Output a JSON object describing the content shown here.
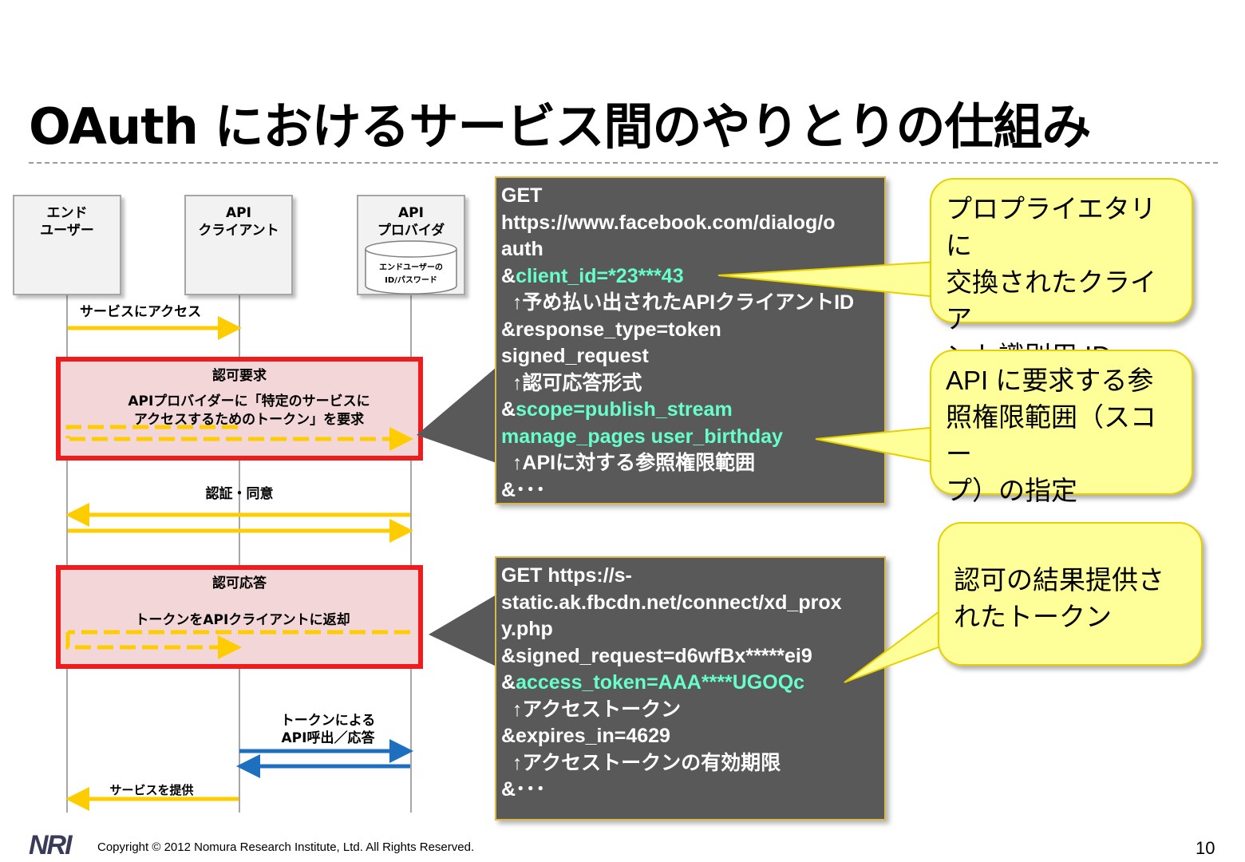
{
  "slide": {
    "title": "OAuth におけるサービス間のやりとりの仕組み",
    "page_number": "10",
    "copyright": "Copyright © 2012 Nomura Research Institute, Ltd. All Rights Reserved.",
    "logo_text": "NRI"
  },
  "actors": {
    "end_user": {
      "line1": "エンド",
      "line2": "ユーザー"
    },
    "api_client": {
      "line1": "API",
      "line2": "クライアント"
    },
    "api_provider": {
      "line1": "API",
      "line2": "プロバイダ"
    },
    "db": {
      "line1": "エンドユーザーの",
      "line2": "ID/パスワード"
    }
  },
  "messages": {
    "access_service": "サービスにアクセス",
    "authz_request_title": "認可要求",
    "authz_request_desc1": "APIプロバイダーに「特定のサービスに",
    "authz_request_desc2": "アクセスするためのトークン」を要求",
    "auth_consent": "認証・同意",
    "authz_response_title": "認可応答",
    "authz_response_desc": "トークンをAPIクライアントに返却",
    "api_call1": "トークンによる",
    "api_call2": "API呼出／応答",
    "provide_service": "サービスを提供"
  },
  "request_code": [
    {
      "text": "GET"
    },
    {
      "text": "https://www.facebook.com/dialog/o"
    },
    {
      "text": "auth"
    },
    {
      "prefix": "&",
      "hl": "client_id=*23***43"
    },
    {
      "text": "  ↑予め払い出されたAPIクライアントID"
    },
    {
      "text": "&response_type=token"
    },
    {
      "text": "signed_request"
    },
    {
      "text": "  ↑認可応答形式"
    },
    {
      "prefix": "&",
      "hl": "scope=publish_stream"
    },
    {
      "hl": "manage_pages user_birthday"
    },
    {
      "text": "  ↑APIに対する参照権限範囲"
    },
    {
      "text": "&･･･"
    }
  ],
  "response_code": [
    {
      "text": "GET https://s-"
    },
    {
      "text": "static.ak.fbcdn.net/connect/xd_prox"
    },
    {
      "text": "y.php"
    },
    {
      "text": "&signed_request=d6wfBx*****ei9"
    },
    {
      "prefix": "&",
      "hl": "access_token=AAA****UGOQc"
    },
    {
      "text": "  ↑アクセストークン"
    },
    {
      "text": "&expires_in=4629"
    },
    {
      "text": "  ↑アクセストークンの有効期限"
    },
    {
      "text": "&･･･"
    }
  ],
  "callouts": {
    "client_id": {
      "line1": "プロプライエタリに",
      "line2": "交換されたクライア",
      "line3": "ント識別用 ID"
    },
    "scope": {
      "line1": "API に要求する参",
      "line2": "照権限範囲（スコー",
      "line3": "プ）の指定"
    },
    "token": {
      "line1": "認可の結果提供さ",
      "line2": "れたトークン"
    }
  },
  "colors": {
    "arrow_yellow": "#ffcc00",
    "arrow_blue": "#1f6fc0",
    "zone_border": "#ee1c1c",
    "zone_fill": "#f3d6d8",
    "code_bg": "#595959",
    "code_highlight": "#66ffcc",
    "callout_fill": "#ffff99"
  }
}
